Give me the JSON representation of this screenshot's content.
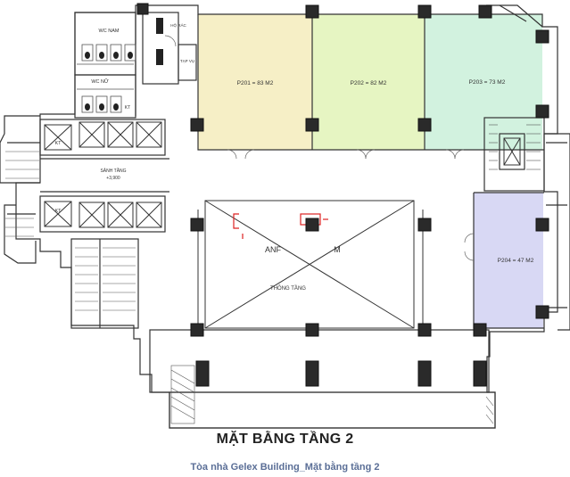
{
  "plan": {
    "rooms": [
      {
        "id": "p201",
        "label": "P201 = 83 M2",
        "color": "#f6efc6"
      },
      {
        "id": "p202",
        "label": "P202 = 82 M2",
        "color": "#e6f5c2"
      },
      {
        "id": "p203",
        "label": "P203 = 73 M2",
        "color": "#d2f2df"
      },
      {
        "id": "p204",
        "label": "P204 = 47 M2",
        "color": "#d8d8f4"
      }
    ],
    "labels": {
      "wc_nam": "WC NAM",
      "wc_nu": "WC NỮ",
      "kt_top": "KT",
      "kt_mid": "KT",
      "kt_small": "KT",
      "sanh_tang": "SẢNH TẦNG",
      "sanh_level": "+3,900",
      "ho_rac": "HỘ RÁC",
      "tap_vu": "TẠP VỤ",
      "thong_tang": "THÔNG TẦNG",
      "void_fragment_left": "ANF",
      "void_fragment_right": "M"
    },
    "title": "MẶT BẰNG TẦNG 2",
    "caption": "Tòa nhà Gelex Building_Mặt bằng tầng 2"
  }
}
